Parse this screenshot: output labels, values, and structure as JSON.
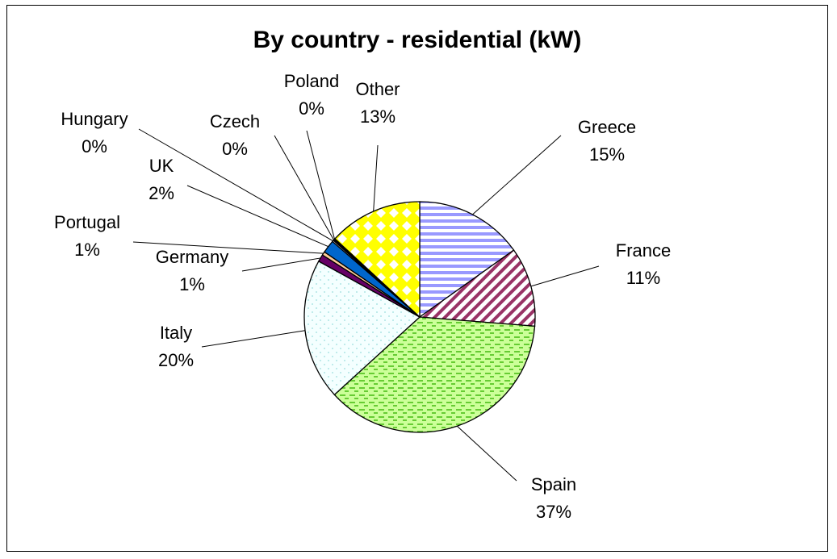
{
  "chart_data": {
    "type": "pie",
    "title": "By country - residential (kW)",
    "slices": [
      {
        "label": "Greece",
        "pct_label": "15%",
        "value": 15.0,
        "fill": "#9999ff",
        "pattern": "hstripes"
      },
      {
        "label": "France",
        "pct_label": "11%",
        "value": 11.0,
        "fill": "#993366",
        "pattern": "diag"
      },
      {
        "label": "Spain",
        "pct_label": "37%",
        "value": 36.6,
        "fill": "#ccff99",
        "pattern": "dashes"
      },
      {
        "label": "Italy",
        "pct_label": "20%",
        "value": 19.6,
        "fill": "#ccffff",
        "pattern": "dots"
      },
      {
        "label": "Germany",
        "pct_label": "1%",
        "value": 1.0,
        "fill": "#660066",
        "pattern": "solid"
      },
      {
        "label": "Portugal",
        "pct_label": "1%",
        "value": 0.5,
        "fill": "#ffcc99",
        "pattern": "solid"
      },
      {
        "label": "UK",
        "pct_label": "2%",
        "value": 1.8,
        "fill": "#0066cc",
        "pattern": "solid"
      },
      {
        "label": "Hungary",
        "pct_label": "0%",
        "value": 0.2,
        "fill": "#ffffff",
        "pattern": "solid"
      },
      {
        "label": "Czech",
        "pct_label": "0%",
        "value": 0.15,
        "fill": "#ccccff",
        "pattern": "solid"
      },
      {
        "label": "Poland",
        "pct_label": "0%",
        "value": 0.15,
        "fill": "#ffffcc",
        "pattern": "solid"
      },
      {
        "label": "Other",
        "pct_label": "13%",
        "value": 13.0,
        "fill": "#ffff00",
        "pattern": "diamonds"
      }
    ]
  }
}
